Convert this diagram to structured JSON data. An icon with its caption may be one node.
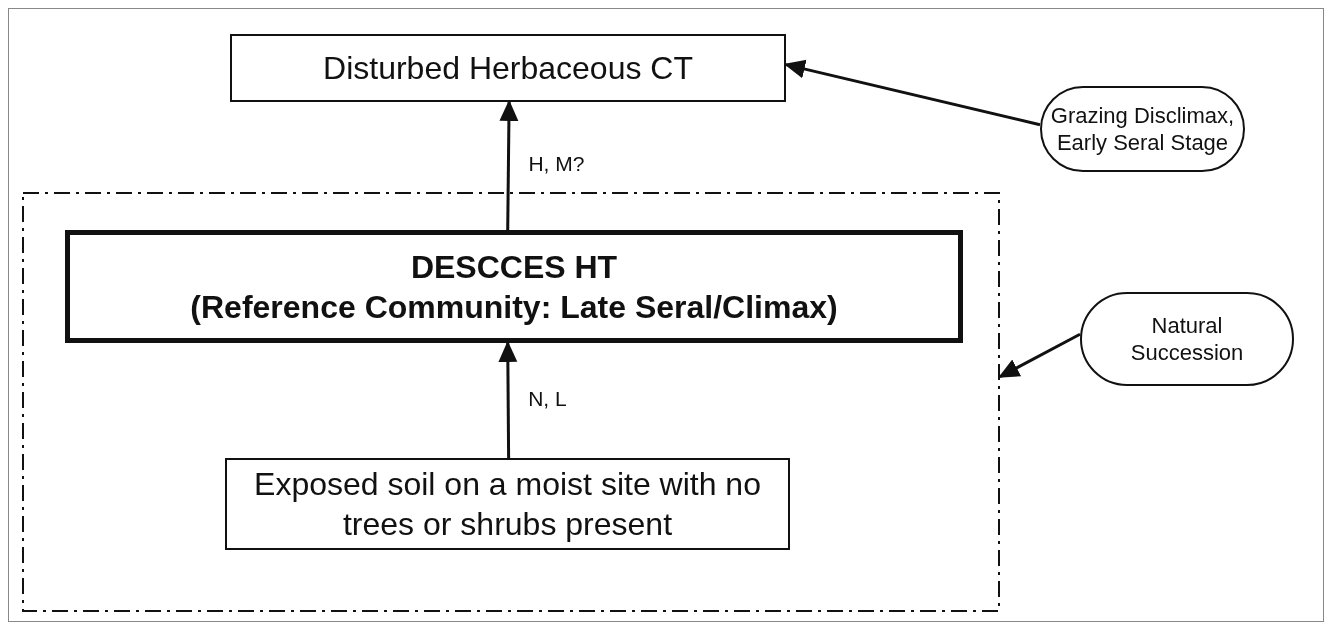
{
  "diagram": {
    "nodes": [
      {
        "text": [
          "Disturbed Herbaceous CT"
        ]
      },
      {
        "text": [
          "Grazing Disclimax, Early Seral Stage"
        ]
      },
      {
        "text": [],
        "shape": "box"
      },
      {
        "text": [
          "DESCCES HT",
          "(Reference Community: Late Seral/Climax)"
        ],
        "in": 2
      },
      {
        "text": [
          "Exposed soil on a moist site with no trees or shrubs present"
        ],
        "in": 2
      },
      {
        "text": [
          "Natural Succession"
        ]
      }
    ],
    "edges": [
      {
        "from": 3,
        "to": 0,
        "arrow": "to",
        "label": "H, M?"
      },
      {
        "from": 4,
        "to": 3,
        "arrow": "to",
        "label": "N, L"
      },
      {
        "from": 1,
        "to": 0,
        "arrow": "to"
      },
      {
        "from": 5,
        "to": 2,
        "arrow": "to"
      }
    ]
  }
}
